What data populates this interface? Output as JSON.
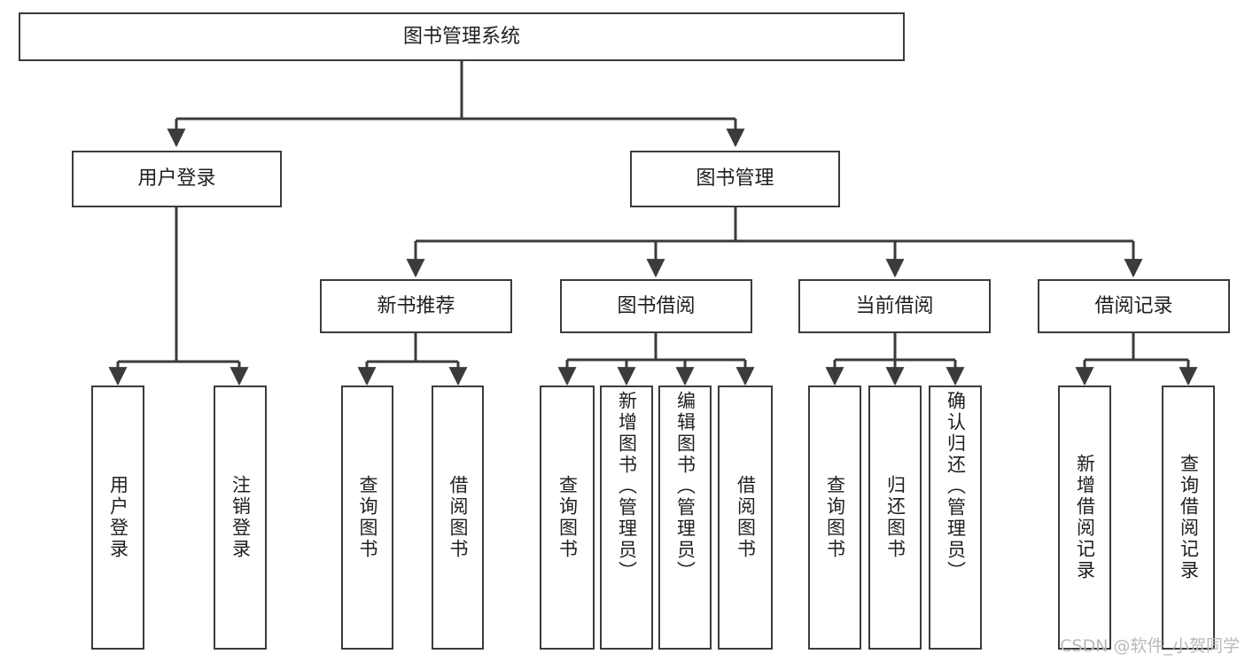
{
  "diagram": {
    "title": "图书管理系统",
    "watermark": "CSDN @软件_小贺同学",
    "colors": {
      "stroke": "#3b3b3b",
      "fill": "#ffffff",
      "text": "#1f1f1f",
      "watermark": "#b9b9b9"
    },
    "root": {
      "label": "图书管理系统"
    },
    "level2": [
      {
        "label": "用户登录"
      },
      {
        "label": "图书管理"
      }
    ],
    "level3": [
      {
        "label": "新书推荐"
      },
      {
        "label": "图书借阅"
      },
      {
        "label": "当前借阅"
      },
      {
        "label": "借阅记录"
      }
    ],
    "leaves": {
      "user_login": [
        {
          "label": "用户登录"
        },
        {
          "label": "注销登录"
        }
      ],
      "new_book": [
        {
          "label": "查询图书"
        },
        {
          "label": "借阅图书"
        }
      ],
      "book_borrow": [
        {
          "label": "查询图书"
        },
        {
          "label": "新增图书（管理员）"
        },
        {
          "label": "编辑图书（管理员）"
        },
        {
          "label": "借阅图书"
        }
      ],
      "current_borrow": [
        {
          "label": "查询图书"
        },
        {
          "label": "归还图书"
        },
        {
          "label": "确认归还（管理员）"
        }
      ],
      "borrow_record": [
        {
          "label": "新增借阅记录"
        },
        {
          "label": "查询借阅记录"
        }
      ]
    }
  }
}
